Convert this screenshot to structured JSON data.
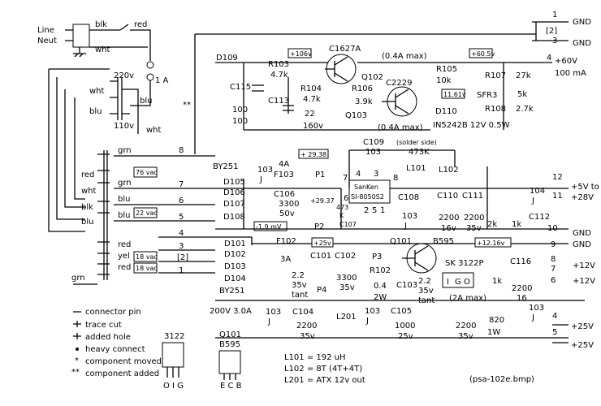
{
  "power_in": {
    "line": "Line",
    "neut": "Neut",
    "blk": "blk",
    "red": "red",
    "wht": "wht",
    "fuse": "1 A",
    "blu": "blu",
    "v220": "220v",
    "v110": "110v"
  },
  "transformer": {
    "grn1": "grn",
    "grn2": "grn",
    "red": "red",
    "wht": "wht",
    "blk": "blk",
    "blu1": "blu",
    "blu2": "blu",
    "red2": "red",
    "yel": "yel",
    "red3": "red",
    "grn3": "grn",
    "wht_l": "wht",
    "wht_r": "wht",
    "blu_r": "blu",
    "vac76": "76 vac",
    "vac22": "22 vac",
    "vac18a": "18 vac",
    "vac18b": "18 vac"
  },
  "upper": {
    "d109": "D109",
    "c115": "C115",
    "c115v": "100",
    "c115v2": "100",
    "r103": "R103",
    "r103v": "4.7k",
    "v106": "+106v",
    "c113": "C113",
    "r104": "R104",
    "r104v": "4.7k",
    "c113v": "22",
    "c113v2": "160v",
    "q102a": "C1627A",
    "q102": "Q102",
    "max04": "(0.4A max)",
    "r106": "R106",
    "r106v": "3.9k",
    "q103a": "C2229",
    "q103": "Q103",
    "max04b": "(0.4A max)",
    "r105": "R105",
    "r105v": "10k",
    "v605": "+60.5v",
    "v1161": "11.61v",
    "r107": "R107",
    "r107v": "27k",
    "sfr": "SFR3",
    "sfrv": "5k",
    "r108": "R108",
    "r108v": "2.7k",
    "d110": "D110",
    "d110v": "IN5242B 12V 0.5W",
    "in60": "+60V",
    "ma100": "100 mA",
    "note": "**"
  },
  "pins": {
    "p1": "1",
    "p2": "2",
    "p3": "3",
    "p4": "4",
    "p5": "5",
    "p6": "6",
    "p7": "7",
    "p8": "8",
    "p9": "9",
    "p10": "10",
    "p11": "11",
    "p12": "12",
    "gnd1": "GND",
    "gnd2": "GND",
    "gnd3": "GND",
    "gnd4": "GND",
    "box2": "[2]",
    "box2b": "[2]",
    "p8r": "8",
    "p7r": "7",
    "p6r": "6",
    "p5r": "5",
    "p4r": "4",
    "p3r": "3",
    "p2r": "2",
    "p1r": "1"
  },
  "mid": {
    "by251": "BY251",
    "d105": "D105",
    "d106": "D106",
    "d107": "D107",
    "d108": "D108",
    "c109": "C109",
    "c109v": "103",
    "solder": "(solder side)",
    "c109r": "473K",
    "f103": "F103",
    "f103v": "4A",
    "j103": "103",
    "jj": "J",
    "p1": "P1",
    "v2938": "+ 29.38",
    "v2937": "+29.37",
    "c106": "C106",
    "c106v": "3300",
    "c106v2": "50v",
    "mv19": "-1.9 mV",
    "p2": "P2",
    "sanken": "SanKen",
    "si": "SI-8050S2",
    "i7": "7",
    "i6": "6",
    "i4": "4",
    "i3": "3",
    "i8": "8",
    "i2": "2",
    "i5": "5",
    "i1": "1",
    "r473": "473",
    "k": "K",
    "c107": "C107",
    "l101": "L101",
    "l102": "L102",
    "c108": "C108",
    "c108v": "103",
    "c108j": "J",
    "c110": "C110",
    "c110v": "2200",
    "c110v2": "16v",
    "c111": "C111",
    "c111v": "2200",
    "c111v2": "35v",
    "r2k": "2k",
    "r1k": "1k",
    "c112": "C112",
    "c112v": "104",
    "c112j": "J",
    "out5": "+5V to",
    "out28": "+28V"
  },
  "lower": {
    "d101": "D101",
    "d102": "D102",
    "d103": "D103",
    "d104": "D104",
    "by251b": "BY251",
    "f102": "F102",
    "f102v": "3A",
    "v25": "+25v",
    "p3": "P3",
    "q101": "Q101",
    "q101t": "B595",
    "c101": "C101",
    "c101v": "2.2",
    "c101v2": "35v",
    "c101v3": "tant",
    "c102": "C102",
    "c102v": "3300",
    "c102v2": "35v",
    "r102": "R102",
    "r102v": "0.4",
    "r102v2": "2W",
    "p4": "P4",
    "c103": "C103",
    "c103v": "2.2",
    "c103v2": "35v",
    "c103v3": "tant",
    "sk": "SK 3122P",
    "max2": "(2A max)",
    "ig": "I",
    "go": "G",
    "oo": "O",
    "v1216": "+12.16v",
    "c116": "C116",
    "c116v": "2200",
    "c116v2": "16",
    "r1k2": "1k",
    "out12a": "+12V",
    "out12b": "+12V",
    "v200": "200V 3.0A",
    "c104": "C104",
    "c104v": "2200",
    "c104v2": "35v",
    "l201": "L201",
    "c105": "C105",
    "c105v": "1000",
    "c105v2": "25v",
    "c100v": "2200",
    "c100v2": "35v",
    "r820": "820",
    "r1w": "1W",
    "out25a": "+25V",
    "out25b": "+25V",
    "c103j": "103",
    "jj2": "J",
    "c103b": "103",
    "jj3": "J",
    "c103c": "103",
    "jj4": "J"
  },
  "legend": {
    "l1": "connector pin",
    "l2": "trace cut",
    "l3": "added hole",
    "l4": "heavy connect",
    "l5": "component moved",
    "l6": "component added"
  },
  "parts": {
    "t3122": "3122",
    "oig": "O I G",
    "q101": "Q101",
    "b595": "B595",
    "ecb": "E C B"
  },
  "notes": {
    "n1": "L101 = 192 uH",
    "n2": "L102 = 8T (4T+4T)",
    "n3": "L201 = ATX 12v out",
    "file": "(psa-102e.bmp)"
  }
}
